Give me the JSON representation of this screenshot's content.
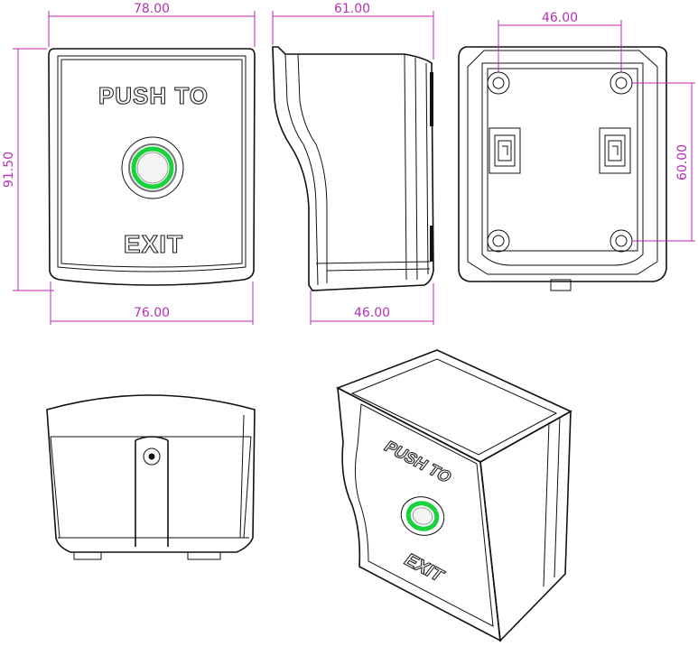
{
  "dimensions": {
    "front_width_top": "78.00",
    "front_width_bottom": "76.00",
    "front_height": "91.50",
    "side_depth_top": "61.00",
    "side_depth_bottom": "46.00",
    "back_hole_spacing_horizontal": "46.00",
    "back_hole_spacing_vertical": "60.00"
  },
  "labels": {
    "front_top": "PUSH TO",
    "front_bottom": "EXIT",
    "iso_top": "PUSH TO",
    "iso_bottom": "EXIT"
  },
  "colors": {
    "outline": "#111111",
    "dimension": "#c026c0",
    "led_green": "#19d23c",
    "led_ring": "#888888"
  }
}
